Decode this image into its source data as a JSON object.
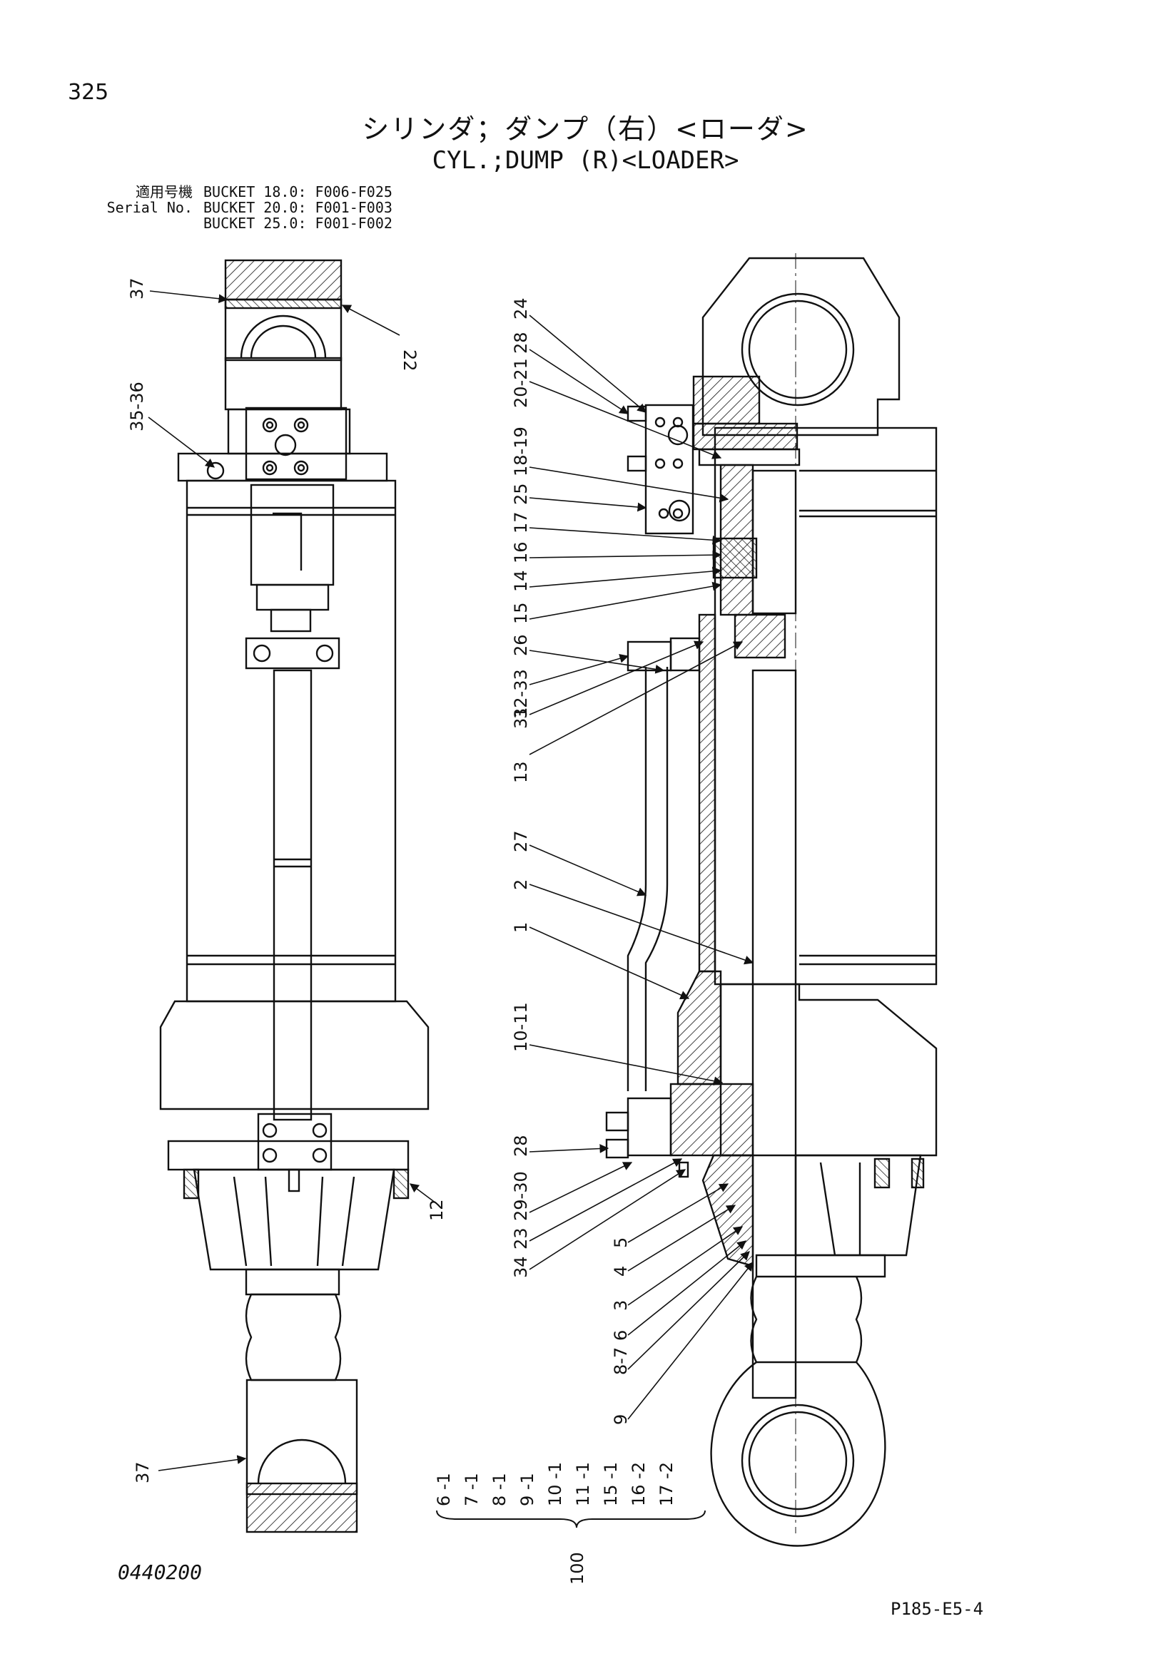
{
  "page_number": "325",
  "title_jp": "シリンダ；ダンプ（右）<ローダ>",
  "title_en": "CYL.;DUMP (R)<LOADER>",
  "serial": {
    "label_jp": "適用号機",
    "label_en": "Serial No.",
    "rows": [
      "BUCKET 18.0: F006-F025",
      "BUCKET 20.0: F001-F003",
      "BUCKET 25.0: F001-F002"
    ]
  },
  "left_callouts": [
    "37",
    "22",
    "35-36",
    "12",
    "37"
  ],
  "right_callouts": [
    "24",
    "28",
    "20-21",
    "18-19",
    "25",
    "17",
    "16",
    "14",
    "15",
    "26",
    "32-33",
    "31",
    "13",
    "27",
    "2",
    "1",
    "10-11",
    "28",
    "29-30",
    "23",
    "34",
    "5",
    "4",
    "3",
    "6",
    "8-7",
    "9"
  ],
  "kit": {
    "items": [
      "6 -1",
      "7 -1",
      "8 -1",
      "9 -1",
      "10 -1",
      "11 -1",
      "15 -1",
      "16 -2",
      "17 -2"
    ],
    "total": "100"
  },
  "doc_code": "0440200",
  "page_code": "P185-E5-4"
}
